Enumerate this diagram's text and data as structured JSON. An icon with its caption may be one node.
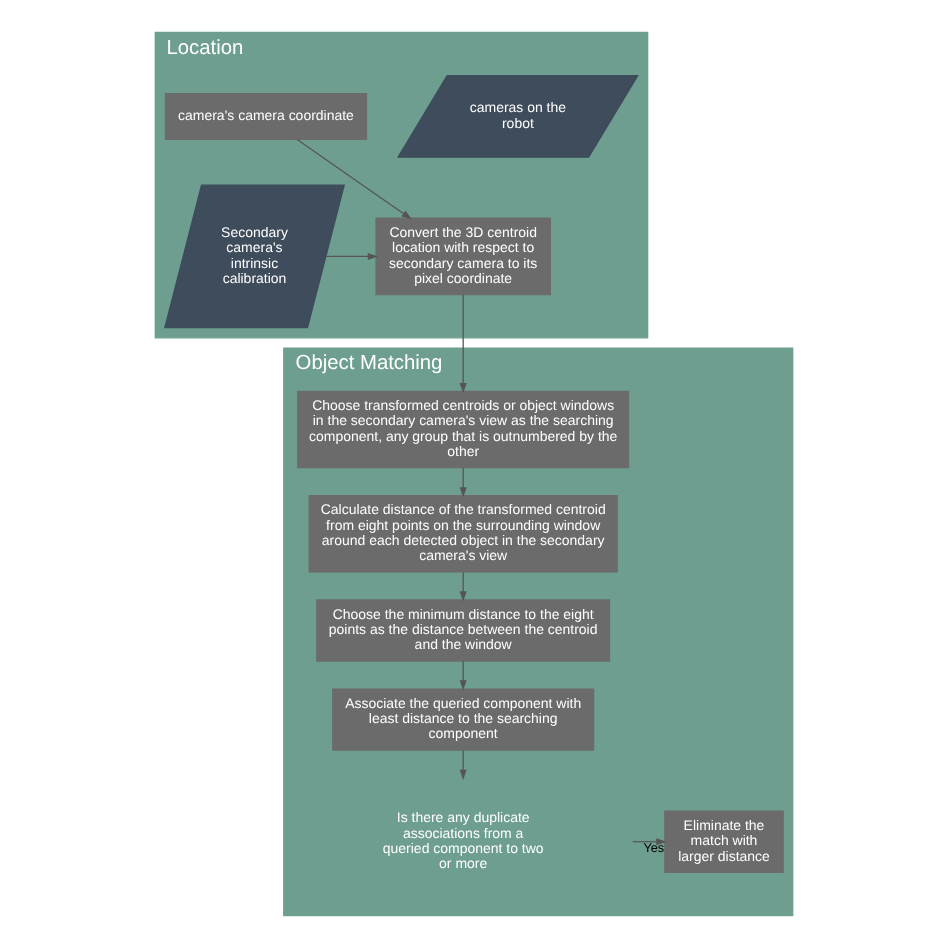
{
  "diagram": {
    "nodes": [
      {
        "text": [
          "Location"
        ]
      },
      {
        "text": [
          "cameras on the robot"
        ],
        "in": 0
      },
      {
        "text": [
          "camera's camera coordinate"
        ],
        "in": 0
      },
      {
        "text": [
          "Secondary camera's intrinsic calibration"
        ],
        "in": 0
      },
      {
        "text": [
          "Convert the 3D centroid location with respect to secondary camera to its pixel coordinate"
        ],
        "in": 0
      },
      {
        "text": [
          "Object Matching"
        ]
      },
      {
        "text": [
          "Choose transformed centroids or object windows in the secondary camera's view as the searching component, any group that is outnumbered by the other"
        ],
        "in": 5
      },
      {
        "text": [
          "Calculate distance of the transformed centroid from eight points on the surrounding window around each detected object in the secondary camera's view"
        ],
        "in": 5
      },
      {
        "text": [
          "Choose the minimum distance to the eight points as the distance between the centroid and the window"
        ],
        "in": 5
      },
      {
        "text": [
          "Associate the queried component with least distance to the searching component"
        ],
        "in": 5
      },
      {
        "text": [
          "Eliminate the match with larger distance"
        ],
        "in": 5
      },
      {
        "text": [
          "Is there any duplicate associations from a queried component to two or more"
        ],
        "in": 5
      }
    ],
    "edges": [
      {
        "from": 2,
        "to": 4,
        "arrow": "to"
      },
      {
        "from": 3,
        "to": 4,
        "arrow": "to"
      },
      {
        "from": 4,
        "to": 6,
        "arrow": "to"
      },
      {
        "from": 6,
        "to": 7,
        "arrow": "to"
      },
      {
        "from": 7,
        "to": 8,
        "arrow": "to"
      },
      {
        "from": 8,
        "to": 9,
        "arrow": "to"
      },
      {
        "from": 9,
        "to": 11,
        "arrow": "to"
      },
      {
        "from": 11,
        "to": 10,
        "label": "Yes",
        "arrow": "to"
      }
    ]
  }
}
